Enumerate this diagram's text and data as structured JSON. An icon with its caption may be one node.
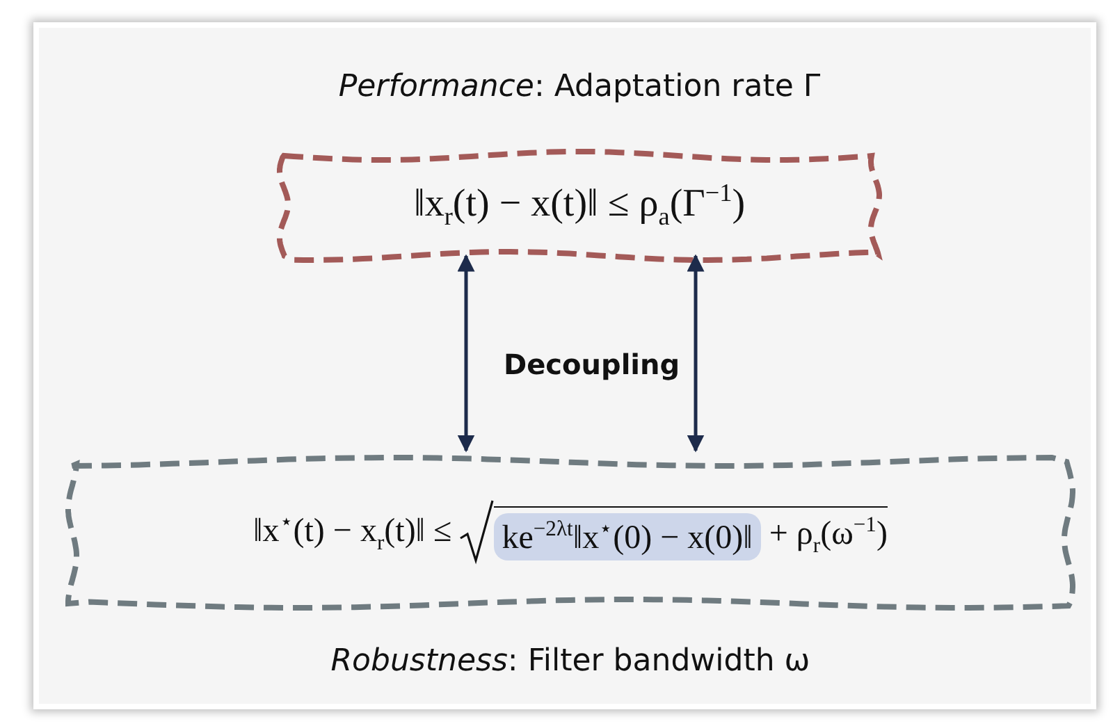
{
  "diagram": {
    "nodes": [
      {
        "text": [
          "*Performance*: Adaptation rate Γ",
          "‖x$_{r}$(t) − x(t)‖ ≤ ρ$_{a}$(Γ$^{−1}$)"
        ]
      },
      {
        "text": [
          "‖x$^{⋆}$(t) − x$_{r}$(t)‖ ≤",
          "ke$^{−2λt}$‖x$^{⋆}$(0) − x(0)‖",
          "+ ρ$_{r}$(ω$^{−1}$)",
          "*Robustness*: Filter bandwidth ω"
        ]
      }
    ],
    "edges": [
      {
        "from": 0,
        "to": 1,
        "arrow": "both"
      },
      {
        "from": 0,
        "to": 1,
        "arrow": "both"
      }
    ],
    "labels": [
      "Decoupling"
    ]
  }
}
